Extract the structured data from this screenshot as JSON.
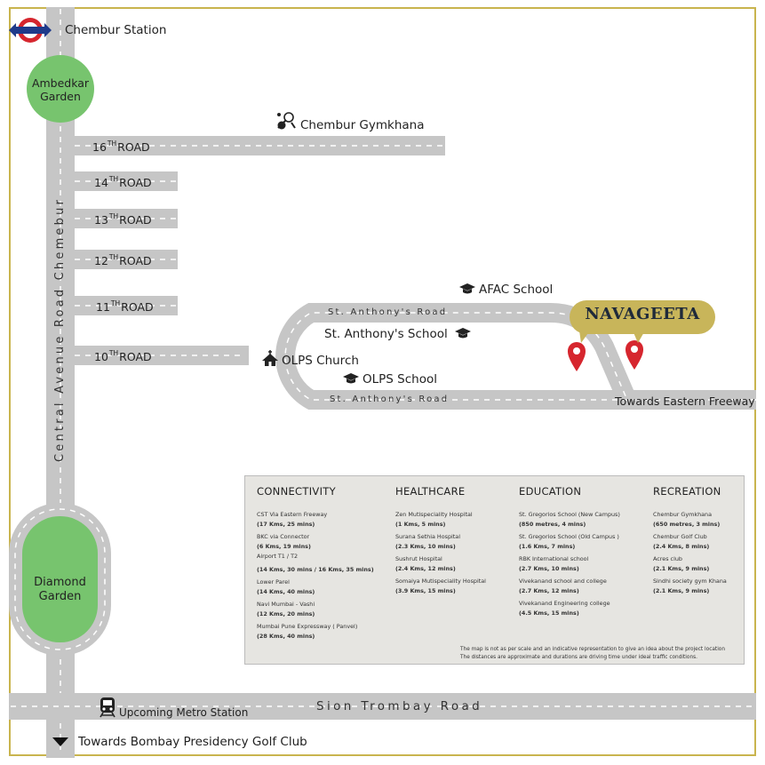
{
  "landmarks": {
    "station": "Chembur Station",
    "ambedkar_garden": "Ambedkar Garden",
    "gymkhana": "Chembur Gymkhana",
    "afac_school": "AFAC School",
    "st_anthony_school": "St. Anthony's School",
    "olps_church": "OLPS Church",
    "olps_school": "OLPS School",
    "diamond_garden": "Diamond Garden",
    "metro_station": "Upcoming Metro Station",
    "towards_eastern_freeway": "Towards Eastern Freeway",
    "towards_golf_club": "Towards Bombay Presidency Golf Club"
  },
  "roads": {
    "central_avenue": "Central Avenue Road Chemebur",
    "st_anthony_top": "St. Anthony's Road",
    "st_anthony_bottom": "St. Anthony's Road",
    "sion_trombay": "Sion Trombay Road",
    "r16": {
      "num": "16",
      "sup": "TH",
      "name": "ROAD"
    },
    "r14": {
      "num": "14",
      "sup": "TH",
      "name": "ROAD"
    },
    "r13": {
      "num": "13",
      "sup": "TH",
      "name": "ROAD"
    },
    "r12": {
      "num": "12",
      "sup": "TH",
      "name": "ROAD"
    },
    "r11": {
      "num": "11",
      "sup": "TH",
      "name": "ROAD"
    },
    "r10": {
      "num": "10",
      "sup": "TH",
      "name": "ROAD"
    }
  },
  "project": "NAVAGEETA",
  "colors": {
    "road": "#c6c6c6",
    "garden": "#77c46e",
    "badge": "#c8b55a",
    "pin": "#d6262e",
    "frame": "#c9b44e"
  },
  "legend": {
    "connectivity": {
      "title": "CONNECTIVITY",
      "items": [
        {
          "name": "CST Via Eastern Freeway",
          "dist": "(17 Kms, 25 mins)"
        },
        {
          "name": "BKC via Connector",
          "dist": "(6 Kms, 19 mins)"
        },
        {
          "name": "Airport T1 / T2",
          "dist": "(14 Kms, 30 mins / 16 Kms, 35 mins)"
        },
        {
          "name": "Lower Parel",
          "dist": "(14 Kms, 40 mins)"
        },
        {
          "name": "Navi Mumbai - Vashi",
          "dist": "(12 Kms, 20 mins)"
        },
        {
          "name": "Mumbai Pune Expressway ( Panvel)",
          "dist": "(28 Kms, 40 mins)"
        }
      ]
    },
    "healthcare": {
      "title": "HEALTHCARE",
      "items": [
        {
          "name": "Zen Mutispeciality Hospital",
          "dist": "(1 Kms, 5 mins)"
        },
        {
          "name": "Surana Sethia Hospital",
          "dist": "(2.3 Kms, 10 mins)"
        },
        {
          "name": "Sushrut Hospital",
          "dist": "(2.4 Kms, 12 mins)"
        },
        {
          "name": "Somaiya Mutispeciality Hospital",
          "dist": "(3.9 Kms, 15 mins)"
        }
      ]
    },
    "education": {
      "title": "EDUCATION",
      "items": [
        {
          "name": "St. Gregorios School (New Campus)",
          "dist": "(850 metres, 4 mins)"
        },
        {
          "name": "St. Gregorios School (Old Campus )",
          "dist": "(1.6 Kms, 7 mins)"
        },
        {
          "name": "RBK International school",
          "dist": "(2.7 Kms, 10 mins)"
        },
        {
          "name": "Vivekanand school and college",
          "dist": "(2.7 Kms, 12 mins)"
        },
        {
          "name": "Vivekanand Engineering college",
          "dist": "(4.5 Kms, 15 mins)"
        }
      ]
    },
    "recreation": {
      "title": "RECREATION",
      "items": [
        {
          "name": "Chembur Gymkhana",
          "dist": "(650 metres, 3 mins)"
        },
        {
          "name": "Chembur Golf Club",
          "dist": "(2.4 Kms, 8 mins)"
        },
        {
          "name": "Acres club",
          "dist": "(2.1 Kms, 9 mins)"
        },
        {
          "name": "Sindhi society gym Khana",
          "dist": "(2.1 Kms, 9 mins)"
        }
      ]
    },
    "note_line1": "The map is not as per scale and an indicative representation to give an idea about the project location",
    "note_line2": "The distances are approximate and durations are driving time under ideal traffic conditions."
  },
  "icons": [
    "metro-logo-icon",
    "sports-icon",
    "graduation-cap-icon",
    "church-icon",
    "train-icon",
    "location-pin-icon",
    "down-arrow-icon"
  ]
}
